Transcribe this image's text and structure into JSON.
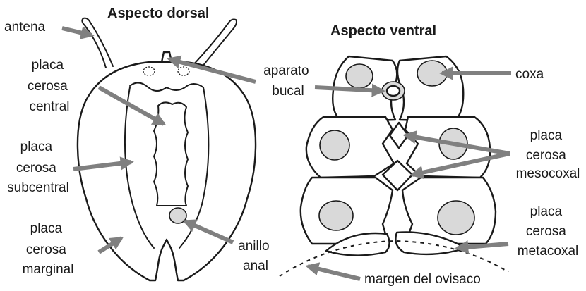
{
  "titles": {
    "dorsal": "Aspecto dorsal",
    "ventral": "Aspecto ventral"
  },
  "labels": {
    "antena": [
      "antena"
    ],
    "placa_cerosa_central": [
      "placa",
      "cerosa",
      "central"
    ],
    "placa_cerosa_subcentral": [
      "placa",
      "cerosa",
      "subcentral"
    ],
    "placa_cerosa_marginal": [
      "placa",
      "cerosa",
      "marginal"
    ],
    "aparato_bucal": [
      "aparato",
      "bucal"
    ],
    "anillo_anal": [
      "anillo",
      "anal"
    ],
    "coxa": [
      "coxa"
    ],
    "placa_cerosa_mesocoxal": [
      "placa",
      "cerosa",
      "mesocoxal"
    ],
    "placa_cerosa_metacoxal": [
      "placa",
      "cerosa",
      "metacoxal"
    ],
    "margen_del_ovisaco": [
      "margen del ovisaco"
    ]
  },
  "colors": {
    "line": "#1a1a1a",
    "arrow": "#808080",
    "plate_fill": "#d9d9d9",
    "background": "#ffffff"
  }
}
